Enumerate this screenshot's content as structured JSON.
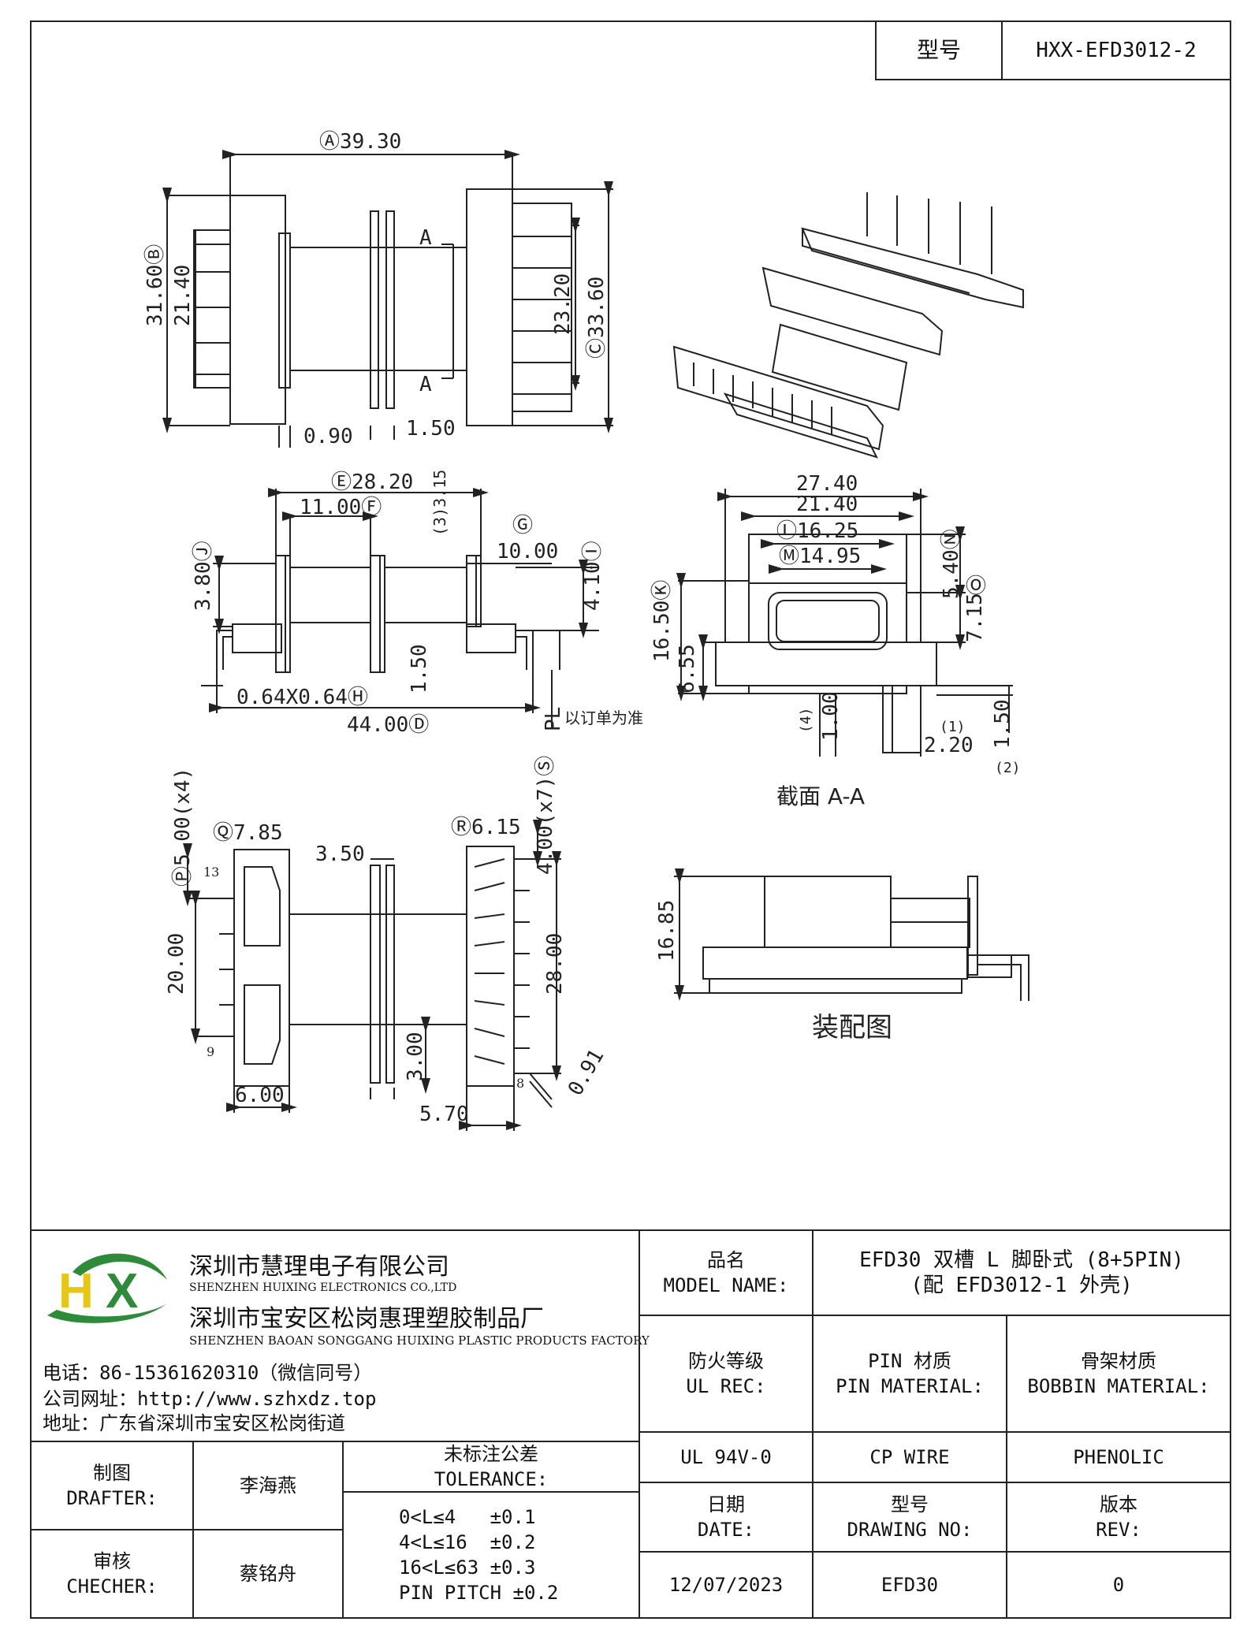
{
  "header": {
    "model_label": "型号",
    "model_value": "HXX-EFD3012-2"
  },
  "dimensions": {
    "top_view": {
      "A": "Ⓐ39.30",
      "B": "31.60Ⓑ",
      "d214": "21.40",
      "C": "Ⓒ33.60",
      "d232": "23.20",
      "d090": "0.90",
      "d150": "1.50",
      "sec_a1": "A",
      "sec_a2": "A"
    },
    "side_view": {
      "E": "Ⓔ28.20",
      "F": "11.00Ⓕ",
      "d315": "(3)3.15",
      "G": "Ⓖ",
      "d1000": "10.00",
      "J": "3.80Ⓙ",
      "I": "4.10Ⓘ",
      "d150b": "1.50",
      "H": "0.64X0.64Ⓗ",
      "D": "44.00Ⓓ",
      "PL": "PL",
      "order_note": "以订单为准"
    },
    "section_view": {
      "d2740": "27.40",
      "d2140": "21.40",
      "L": "Ⓛ16.25",
      "M": "Ⓜ14.95",
      "N": "5.40Ⓝ",
      "O": "Ⓞ",
      "d715": "7.15",
      "K": "16.50Ⓚ",
      "d655": "6.55",
      "n4": "(4)",
      "d100": "1.00",
      "n1": "(1)",
      "d220": "2.20",
      "d150c": "1.50",
      "n2": "(2)",
      "caption": "截面  A-A"
    },
    "bottom_view": {
      "P": "Ⓟ5.00(x4)",
      "Q": "Ⓠ7.85",
      "d350": "3.50",
      "R": "Ⓡ6.15",
      "S": "4.00(x7)Ⓢ",
      "pin13": "13",
      "pin9": "9",
      "pin8": "8",
      "d2000": "20.00",
      "d2800": "28.00",
      "d300": "3.00",
      "d091": "0.91",
      "d600": "6.00",
      "d570": "5.70"
    },
    "assembly_view": {
      "d1685": "16.85",
      "caption": "装配图"
    }
  },
  "company": {
    "name1": "深圳市慧理电子有限公司",
    "name1_en": "SHENZHEN HUIXING ELECTRONICS CO.,LTD",
    "name2": "深圳市宝安区松岗惠理塑胶制品厂",
    "name2_en": "SHENZHEN BAOAN SONGGANG HUIXING PLASTIC PRODUCTS FACTORY",
    "phone": "电话：86-15361620310（微信同号）",
    "website": "公司网址：http://www.szhxdz.top",
    "address": "地址：广东省深圳市宝安区松岗街道",
    "logo_text": "HX",
    "logo_colors": {
      "h": "#e6c619",
      "x": "#2e8b3a",
      "swoosh": "#2e8b3a"
    }
  },
  "titleblock": {
    "product_name_label": [
      "品名",
      "MODEL NAME:"
    ],
    "product_name_value": [
      "EFD30 双槽 L 脚卧式 (8+5PIN)",
      "(配 EFD3012-1 外壳)"
    ],
    "fire_label": [
      "防火等级",
      "UL REC:"
    ],
    "pin_label": [
      "PIN 材质",
      "PIN MATERIAL:"
    ],
    "bobbin_label": [
      "骨架材质",
      "BOBBIN MATERIAL:"
    ],
    "fire_value": "UL 94V-0",
    "pin_value": "CP WIRE",
    "bobbin_value": "PHENOLIC",
    "date_label": [
      "日期",
      "DATE:"
    ],
    "drawing_label": [
      "型号",
      "DRAWING NO:"
    ],
    "rev_label": [
      "版本",
      "REV:"
    ],
    "date_value": "12/07/2023",
    "drawing_value": "EFD30",
    "rev_value": "0",
    "drafter_label": [
      "制图",
      "DRAFTER:"
    ],
    "drafter_value": "李海燕",
    "checker_label": [
      "审核",
      "CHECHER:"
    ],
    "checker_value": "蔡铭舟",
    "tolerance_label": [
      "未标注公差",
      "TOLERANCE:"
    ],
    "tolerances": [
      "0<L≤4   ±0.1",
      "4<L≤16  ±0.2",
      "16<L≤63 ±0.3",
      "PIN PITCH ±0.2"
    ]
  }
}
